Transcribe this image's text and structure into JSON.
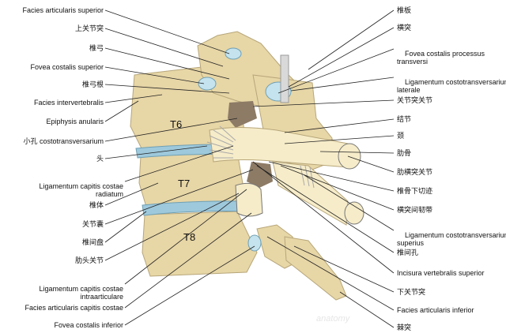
{
  "vertebra_labels": {
    "t6": "T6",
    "t7": "T7",
    "t8": "T8"
  },
  "left_labels": [
    {
      "id": "facies-articularis-superior",
      "text": "Facies articularis superior"
    },
    {
      "id": "shangguanjietu",
      "text": "上关节突"
    },
    {
      "id": "zhuigong",
      "text": "椎弓"
    },
    {
      "id": "fovea-costalis-superior",
      "text": "Fovea costalis superior"
    },
    {
      "id": "zhuigonggen",
      "text": "椎弓根"
    },
    {
      "id": "facies-intervertebralis",
      "text": "Facies intervertebralis"
    },
    {
      "id": "epiphysis-anularis",
      "text": "Epiphysis anularis"
    },
    {
      "id": "xiaokong",
      "text": "小孔 costotransversarium"
    },
    {
      "id": "tou",
      "text": "头"
    },
    {
      "id": "lig-capitis-radiatum",
      "text": "Ligamentum capitis costae\nradiatum"
    },
    {
      "id": "zhuiti",
      "text": "椎体"
    },
    {
      "id": "guanjienang",
      "text": "关节囊"
    },
    {
      "id": "zhuijianpan",
      "text": "椎间盘"
    },
    {
      "id": "leitouguanjie",
      "text": "肋头关节"
    },
    {
      "id": "lig-capitis-intraarticulare",
      "text": "Ligamentum capitis costae\nintraarticulare"
    },
    {
      "id": "facies-articularis-capitis",
      "text": "Facies articularis capitis costae"
    },
    {
      "id": "fovea-costalis-inferior",
      "text": "Fovea costalis inferior"
    }
  ],
  "right_labels": [
    {
      "id": "zhuiban",
      "text": "椎板"
    },
    {
      "id": "hengtu",
      "text": "横突"
    },
    {
      "id": "fovea-costalis-transversi",
      "text": "Fovea costalis processus\ntransversi"
    },
    {
      "id": "lig-costotrans-laterale",
      "text": "Ligamentum costotransversarium\nlaterale"
    },
    {
      "id": "guanjietuguanjie",
      "text": "关节突关节"
    },
    {
      "id": "jiejie",
      "text": "结节"
    },
    {
      "id": "jing",
      "text": "颈"
    },
    {
      "id": "leigu",
      "text": "肋骨"
    },
    {
      "id": "leihengtuguanjie",
      "text": "肋横突关节"
    },
    {
      "id": "zhuiguxiaqieji",
      "text": "椎骨下切迹"
    },
    {
      "id": "hengtujianrendai",
      "text": "横突间韧带"
    },
    {
      "id": "lig-costotrans-superius",
      "text": "Ligamentum costotransversarium\nsuperius"
    },
    {
      "id": "zhuijiankong",
      "text": "椎间孔"
    },
    {
      "id": "incisura-inferior",
      "text": "Incisura vertebralis superior"
    },
    {
      "id": "xiaguanjietu",
      "text": "下关节突"
    },
    {
      "id": "facies-articularis-inferior",
      "text": "Facies articularis inferior"
    },
    {
      "id": "jitu",
      "text": "棘突"
    }
  ],
  "colors": {
    "bone": "#e7d6a6",
    "bone_dark": "#cdb988",
    "disc": "#9ec9dc",
    "cartilage": "#c4e3ee",
    "ligament": "#d9d9d9",
    "joint_brown": "#8d7b66",
    "line": "#222222"
  },
  "watermark": "anatomy"
}
